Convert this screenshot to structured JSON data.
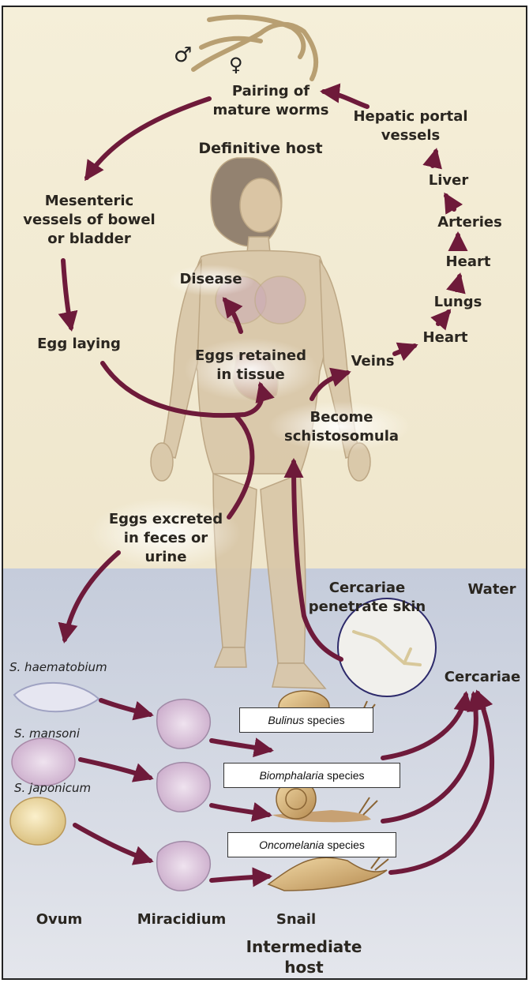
{
  "colors": {
    "arrow": "#6e1a3a",
    "background_top": "#f3ecd4",
    "water": "#c9cfdc",
    "skin": "#d8c4a6",
    "ring": "#2d2a6b"
  },
  "symbols": {
    "male": "♂",
    "female": "♀"
  },
  "labels": {
    "pairing": [
      "Pairing of",
      "mature worms"
    ],
    "hepatic": [
      "Hepatic portal",
      "vessels"
    ],
    "definitive_host": "Definitive host",
    "liver": "Liver",
    "arteries": "Arteries",
    "heart_upper": "Heart",
    "lungs": "Lungs",
    "heart_lower": "Heart",
    "veins": "Veins",
    "mesenteric": [
      "Mesenteric",
      "vessels of bowel",
      "or bladder"
    ],
    "disease": "Disease",
    "egg_laying": "Egg laying",
    "eggs_retained": [
      "Eggs retained",
      "in tissue"
    ],
    "become": [
      "Become",
      "schistosomula"
    ],
    "eggs_excreted": [
      "Eggs excreted",
      "in feces or",
      "urine"
    ],
    "cercariae_penetrate": [
      "Cercariae",
      "penetrate skin"
    ],
    "water": "Water",
    "cercariae": "Cercariae",
    "s_haematobium": "S. haematobium",
    "s_mansoni": "S. mansoni",
    "s_japonicum": "S. japonicum",
    "ovum": "Ovum",
    "miracidium": "Miracidium",
    "snail": "Snail",
    "intermediate_host": [
      "Intermediate",
      "host"
    ]
  },
  "snail_boxes": [
    {
      "genus": "Bulinus",
      "suffix": " species"
    },
    {
      "genus": "Biomphalaria",
      "suffix": " species"
    },
    {
      "genus": "Oncomelania",
      "suffix": " species"
    }
  ]
}
